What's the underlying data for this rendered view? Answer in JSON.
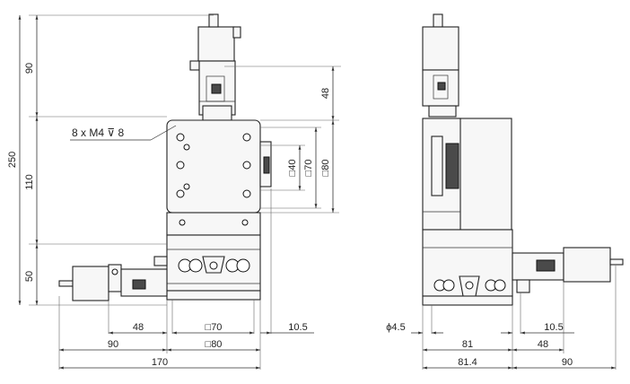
{
  "front_view": {
    "overall_height": "250",
    "motor_height": "90",
    "table_size": "110",
    "base_height": "50",
    "motor_offset": "48",
    "tapped_holes": "8 x  M4 ⊽ 8",
    "sq40": "□40",
    "sq70": "□70",
    "sq80": "□80",
    "bottom_48": "48",
    "bottom_sq70": "□70",
    "bottom_105": "10.5",
    "bottom_90": "90",
    "bottom_sq80": "□80",
    "overall_width": "170"
  },
  "side_view": {
    "dia": "ϕ4.5",
    "d105": "10.5",
    "d81": "81",
    "d48": "48",
    "d814": "81.4",
    "d90": "90"
  }
}
